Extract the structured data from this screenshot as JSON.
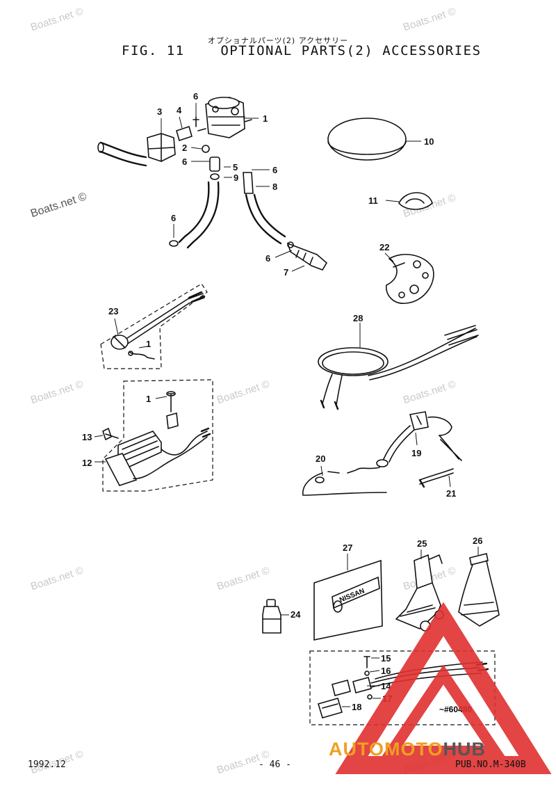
{
  "header": {
    "japanese_title": "オプショナルパーツ(2) アクセサリー",
    "main_title": "FIG. 11    OPTIONAL PARTS(2) ACCESSORIES"
  },
  "watermark": "Boats.net ©",
  "callouts": {
    "c1": "1",
    "c1b": "1",
    "c1c": "1",
    "c2": "2",
    "c3": "3",
    "c4": "4",
    "c5": "5",
    "c6a": "6",
    "c6b": "6",
    "c6c": "6",
    "c6d": "6",
    "c6e": "6",
    "c7": "7",
    "c8": "8",
    "c9": "9",
    "c10": "10",
    "c11": "11",
    "c12": "12",
    "c13": "13",
    "c14": "14",
    "c15": "15",
    "c16": "16",
    "c17": "17",
    "c18": "18",
    "c19": "19",
    "c20": "20",
    "c21": "21",
    "c22": "22",
    "c23": "23",
    "c24": "24",
    "c25": "25",
    "c26": "26",
    "c27": "27",
    "c28": "28"
  },
  "serial_ref": "~#60480",
  "logo_text": "NISSAN",
  "footer": {
    "date": "1992.12",
    "page": "- 46 -",
    "pub": "PUB.NO.M-340B"
  },
  "brand": {
    "part1": "AUTOMOTO",
    "part2": "HUB",
    "color1": "#f0a020",
    "color2": "#555555",
    "triangle_color": "#e03030"
  }
}
